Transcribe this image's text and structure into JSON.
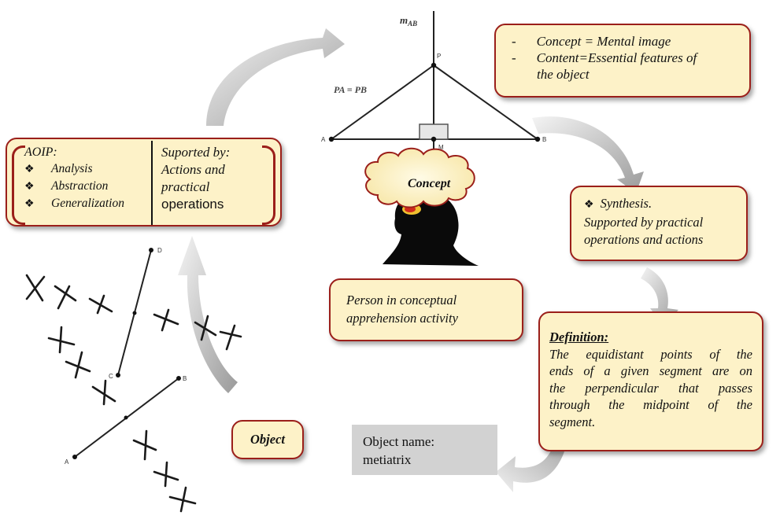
{
  "figure": {
    "geometry": {
      "m_label": "m",
      "m_subscript": "AB",
      "pa_pb_label": "PA = PB",
      "point_p": "P",
      "point_a": "A",
      "point_b": "B",
      "point_m": "M"
    },
    "sketch_points": {
      "a": "A",
      "b": "B",
      "c": "C",
      "d": "D"
    },
    "concept_box": {
      "line1": "Concept = Mental image",
      "line2a": "Content=Essential features of",
      "line2b": "the object",
      "dash": "-"
    },
    "aoip_box": {
      "title": "AOIP:",
      "items": [
        "Analysis",
        "Abstraction",
        "Generalization"
      ],
      "bullet": "❖",
      "right_line1": "Suported by:",
      "right_line2": "Actions and",
      "right_line3": "practical",
      "right_line4": "operations"
    },
    "cloud_label": "Concept",
    "synthesis_box": {
      "bullet": "❖",
      "line1": "Synthesis.",
      "line2": "Supported by practical",
      "line3": "operations and actions"
    },
    "person_box": {
      "line1": "Person in conceptual",
      "line2": "apprehension activity"
    },
    "definition_box": {
      "title": "Definition:",
      "line1": "The equidistant points of the",
      "line2": "ends of a given segment are on",
      "line3": "the perpendicular that passes",
      "line4": "through the midpoint of the",
      "line5": "segment."
    },
    "object_label": "Object",
    "object_name_box": {
      "line1": "Object name:",
      "line2": "metiatrix"
    }
  }
}
